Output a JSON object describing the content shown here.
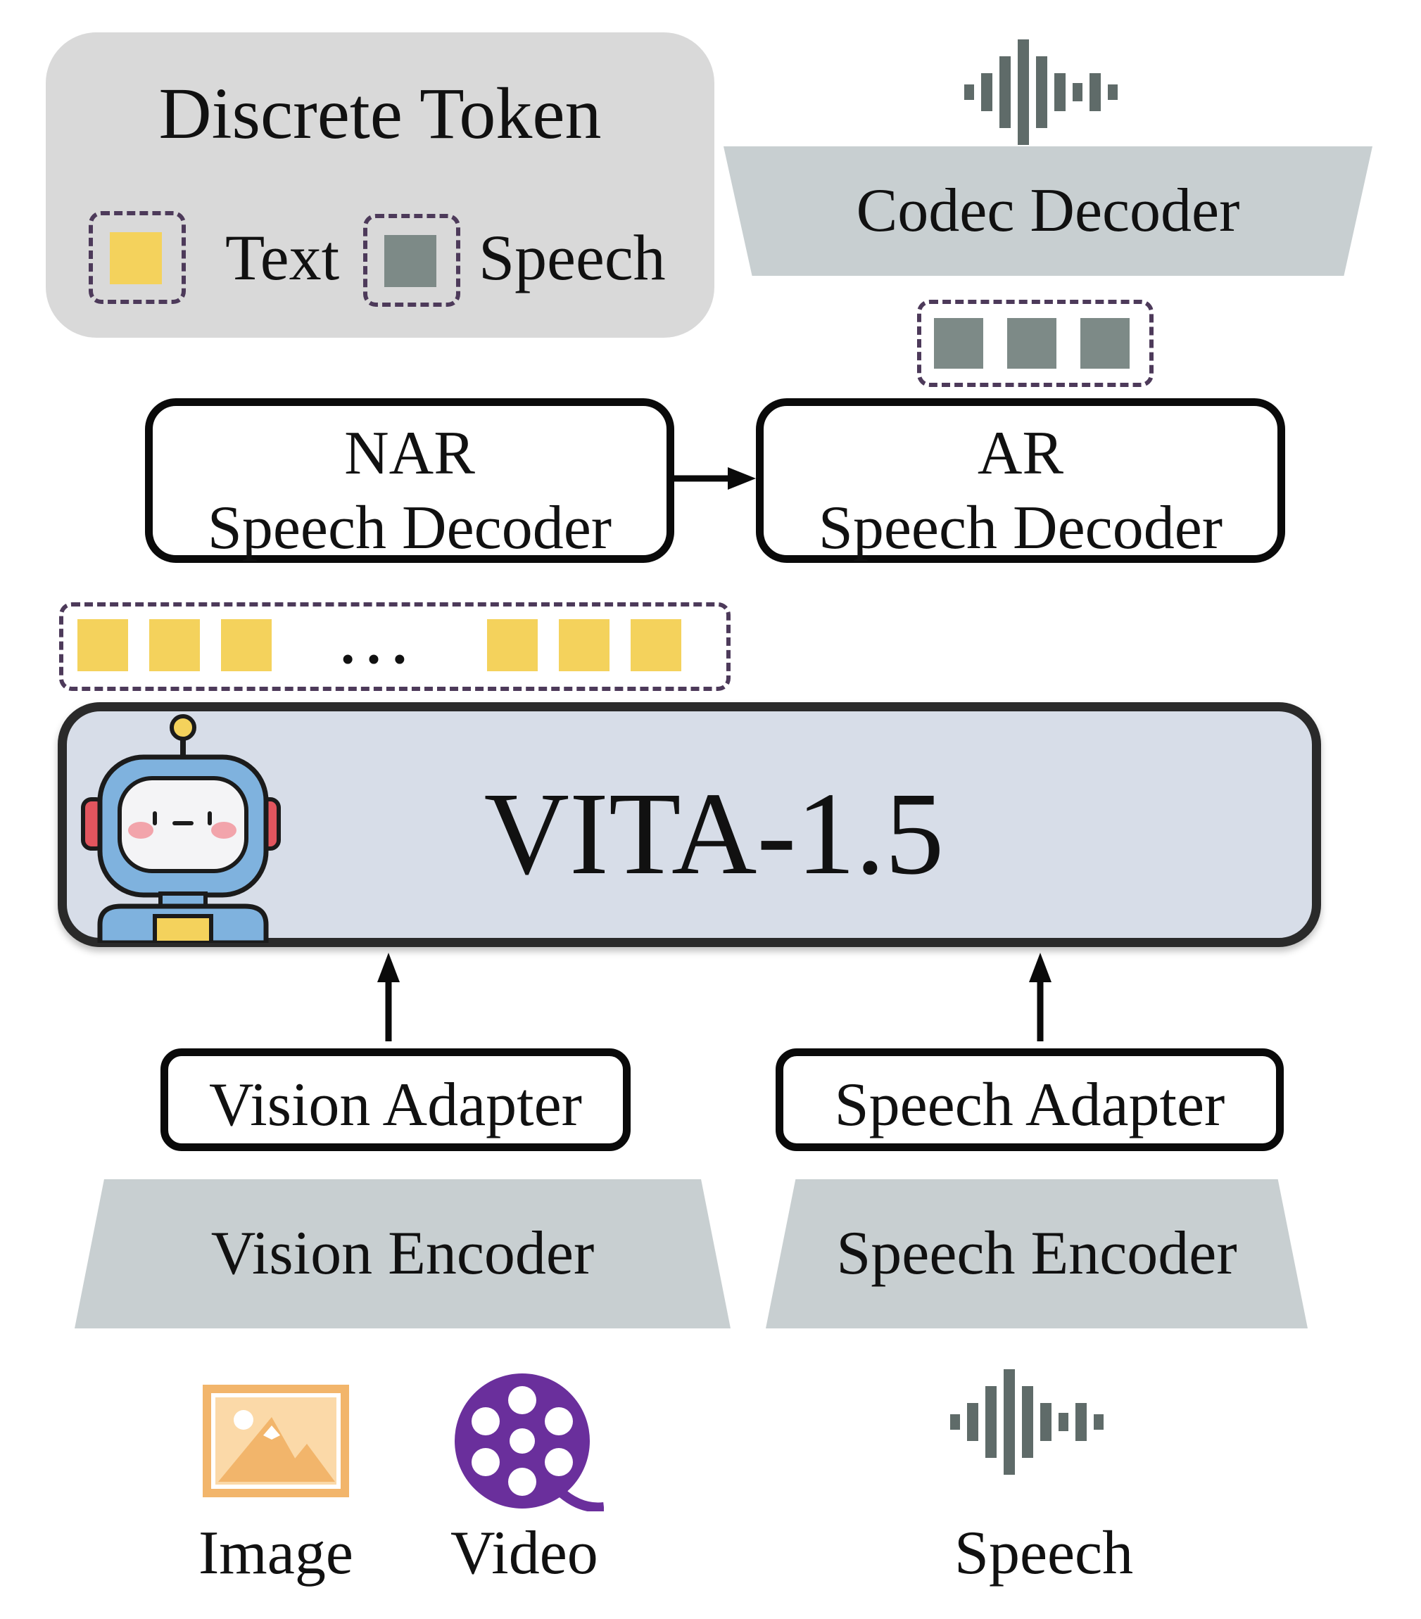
{
  "legend": {
    "title": "Discrete Token",
    "text_label": "Text",
    "speech_label": "Speech"
  },
  "decoders": {
    "codec": "Codec Decoder",
    "nar_line1": "NAR",
    "nar_line2": "Speech Decoder",
    "ar_line1": "AR",
    "ar_line2": "Speech Decoder"
  },
  "token_row": {
    "ellipsis": "…"
  },
  "model": {
    "name": "VITA-1.5",
    "mascot_icon": "robot-icon"
  },
  "adapters": {
    "vision": "Vision Adapter",
    "speech": "Speech Adapter"
  },
  "encoders": {
    "vision": "Vision Encoder",
    "speech": "Speech Encoder"
  },
  "inputs": {
    "image": "Image",
    "video": "Video",
    "speech": "Speech"
  },
  "colors": {
    "text_token": "#f4d25c",
    "speech_token": "#7d8a87",
    "encoder_fill": "#c8cfd1",
    "model_fill": "#d7dde8",
    "legend_fill": "#d9d9d9",
    "image_icon": "#f2b56b",
    "video_icon": "#6a2f9c",
    "waveform": "#5f6b69"
  }
}
